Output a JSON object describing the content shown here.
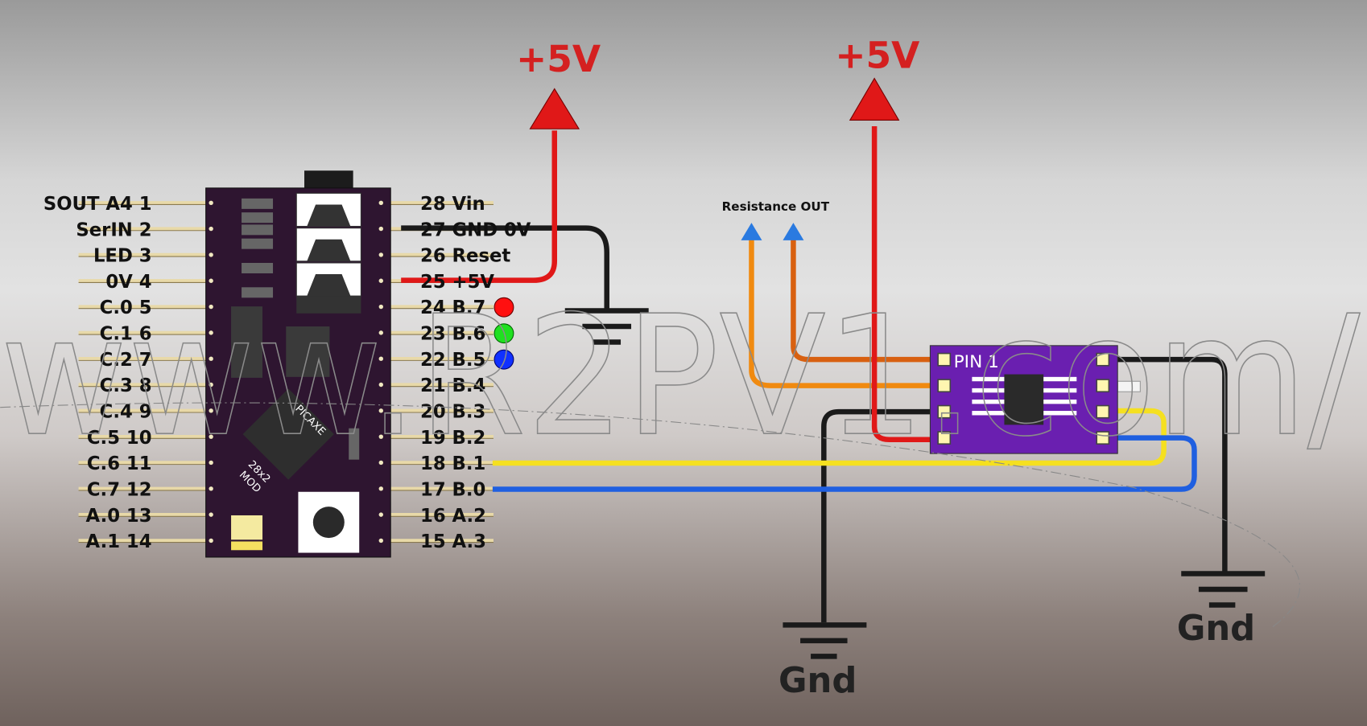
{
  "board": {
    "left_pins": [
      "SOUT A4  1",
      "SerIN 2",
      "LED 3",
      "0V 4",
      "C.0  5",
      "C.1  6",
      "C.2  7",
      "C.3  8",
      "C.4  9",
      "C.5  10",
      "C.6  11",
      "C.7  12",
      "A.0  13",
      "A.1  14"
    ],
    "right_pins": [
      "28  Vin",
      "27  GND 0V",
      "26  Reset",
      "25  +5V",
      "24  B.7",
      "23  B.6",
      "22  B.5",
      "21  B.4",
      "20  B.3",
      "19  B.2",
      "18  B.1",
      "17  B.0",
      "16  A.2",
      "15  A.3"
    ],
    "chip_label_1": "PICAXE",
    "chip_label_2": "28x2",
    "chip_label_3": "MOD",
    "color": "#2e1530"
  },
  "leds": [
    {
      "pin": "B.7",
      "color": "#ff1010"
    },
    {
      "pin": "B.6",
      "color": "#20e020"
    },
    {
      "pin": "B.5",
      "color": "#1030ff"
    }
  ],
  "power": {
    "label_1": "+5V",
    "label_2": "+5V"
  },
  "ground": {
    "label_1": "Gnd",
    "label_2": "Gnd"
  },
  "module": {
    "pin1_label": "PIN 1",
    "color": "#6a1fb0"
  },
  "resistance_out_label": "Resistance OUT",
  "watermark": "www.R2PV1.com/",
  "wire_colors": {
    "red": "#e01818",
    "black": "#1a1a1a",
    "orange": "#e07010",
    "yellow": "#f5e020",
    "blue": "#1f5fe0"
  }
}
